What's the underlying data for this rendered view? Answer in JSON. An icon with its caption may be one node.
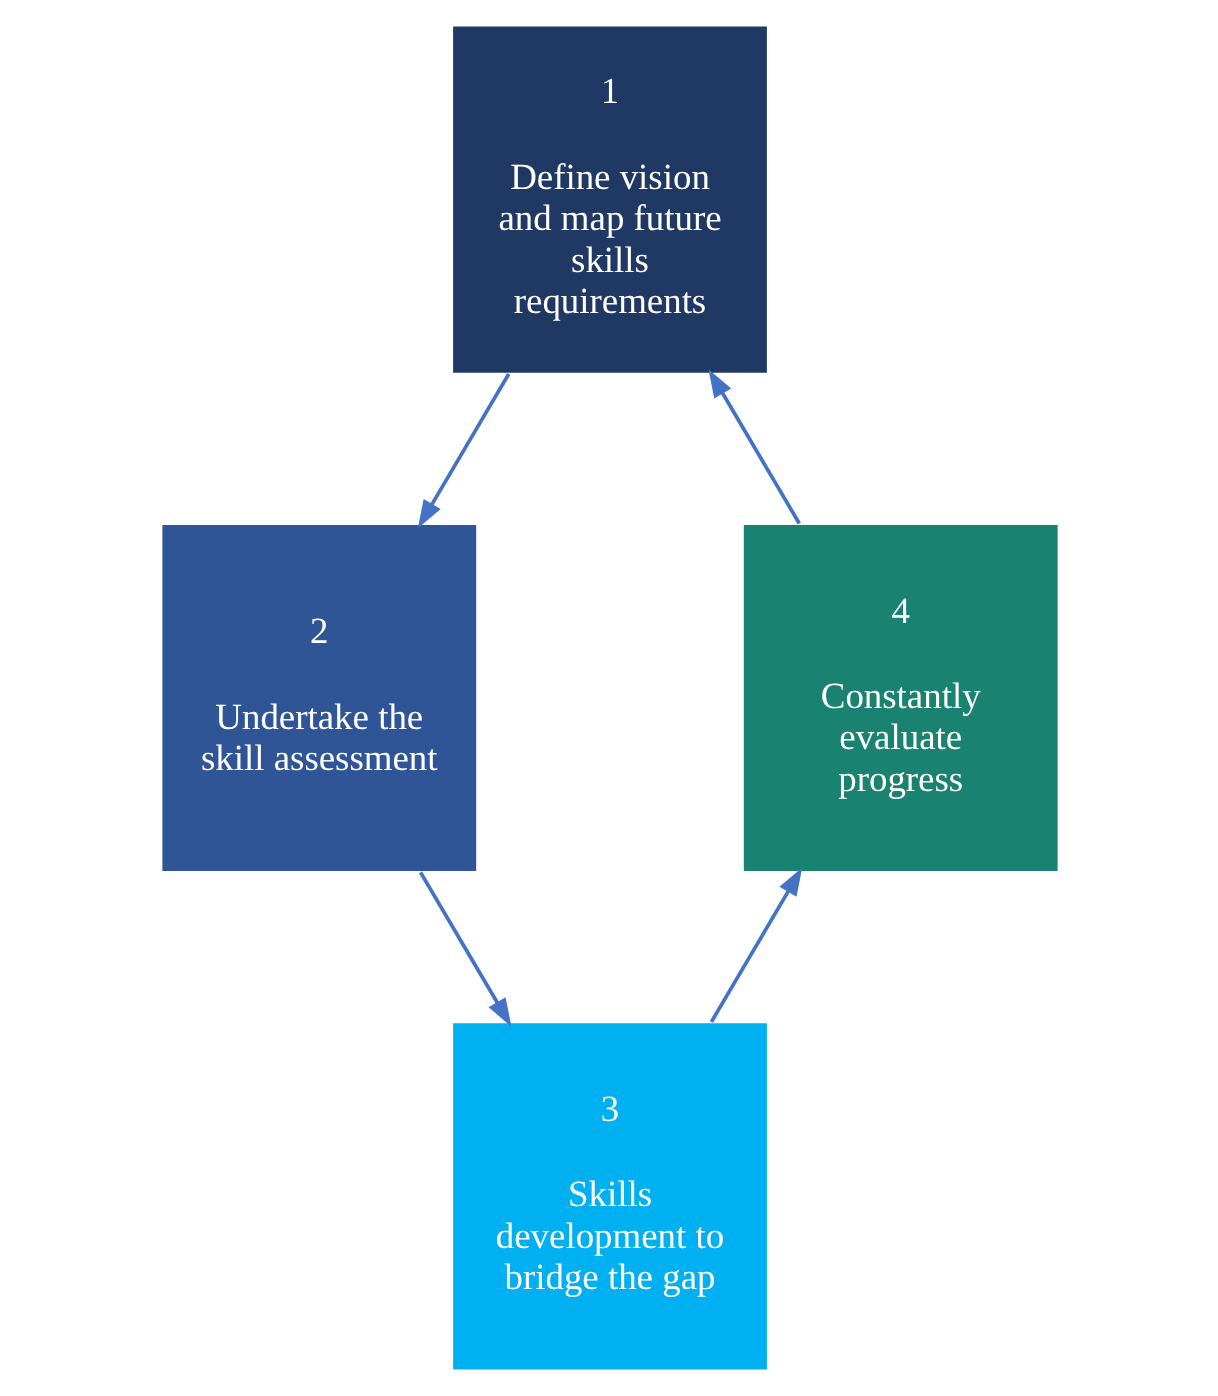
{
  "diagram": {
    "nodes": [
      {
        "text": [
          "1",
          "Define vision and map future skills requirements"
        ]
      },
      {
        "text": [
          "2",
          "Undertake the skill assessment"
        ]
      },
      {
        "text": [
          "3",
          "Skills development to bridge the gap"
        ]
      },
      {
        "text": [
          "4",
          "Constantly evaluate progress"
        ]
      }
    ],
    "edges": [
      {
        "from": 0,
        "to": 1,
        "arrow": "to"
      },
      {
        "from": 1,
        "to": 2,
        "arrow": "to"
      },
      {
        "from": 2,
        "to": 3,
        "arrow": "to"
      },
      {
        "from": 3,
        "to": 0,
        "arrow": "to"
      }
    ]
  }
}
